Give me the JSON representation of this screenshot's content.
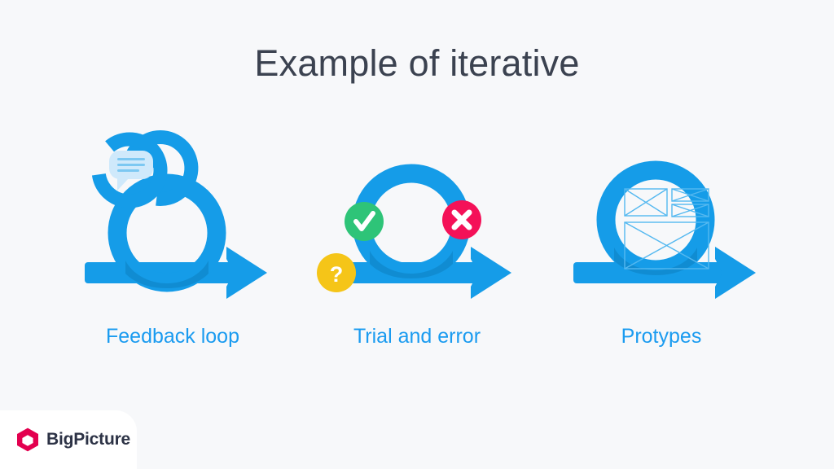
{
  "page": {
    "title": "Example of iterative",
    "background_color": "#f7f8fa"
  },
  "colors": {
    "brand_blue": "#159ce8",
    "blue_dark": "#0d7fc0",
    "blue_light": "#cfe9fb",
    "wireframe_stroke": "#54b8f0",
    "caption_blue": "#1a9bf0",
    "title_text": "#3b4250",
    "check_green": "#2ec478",
    "cross_red": "#f41158",
    "question_yellow": "#f5c518",
    "logo_crimson": "#e3004f",
    "logo_text": "#2c3245",
    "white": "#ffffff"
  },
  "columns": [
    {
      "id": "feedback-loop",
      "caption": "Feedback loop",
      "icon": "sprint-loop-feedback-icon",
      "badges": [],
      "inner_graphic": "speech-bubble-icon"
    },
    {
      "id": "trial-and-error",
      "caption": "Trial and error",
      "icon": "sprint-loop-trial-error-icon",
      "badges": [
        {
          "name": "check-badge",
          "glyph": "✓",
          "color": "#2ec478"
        },
        {
          "name": "cross-badge",
          "glyph": "✕",
          "color": "#f41158"
        },
        {
          "name": "question-badge",
          "glyph": "?",
          "color": "#f5c518"
        }
      ],
      "inner_graphic": "none"
    },
    {
      "id": "protypes",
      "caption": "Protypes",
      "icon": "sprint-loop-prototype-icon",
      "badges": [],
      "inner_graphic": "wireframe-mockup-icon"
    }
  ],
  "logo": {
    "name": "BigPicture",
    "mark": "hexagon-logo-icon",
    "mark_color": "#e3004f"
  }
}
